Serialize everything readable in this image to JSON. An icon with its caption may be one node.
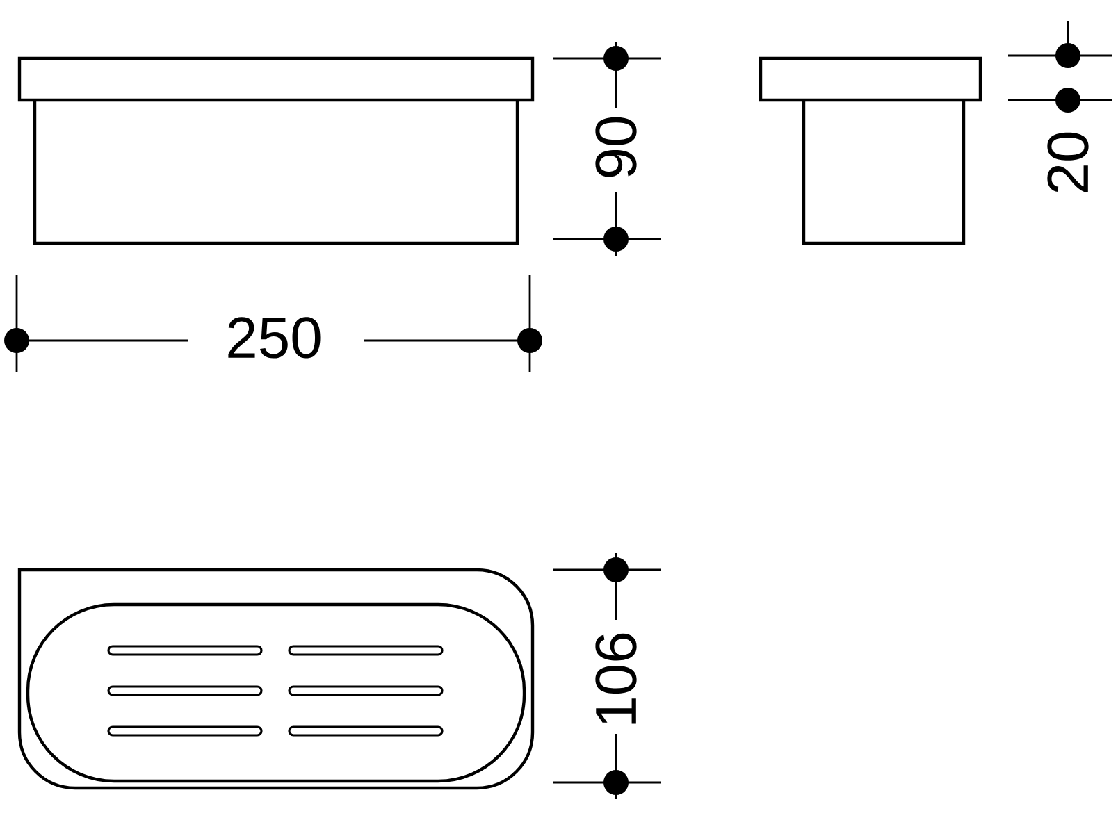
{
  "diagram": {
    "labels": [
      "90",
      "20",
      "250",
      "106"
    ]
  }
}
